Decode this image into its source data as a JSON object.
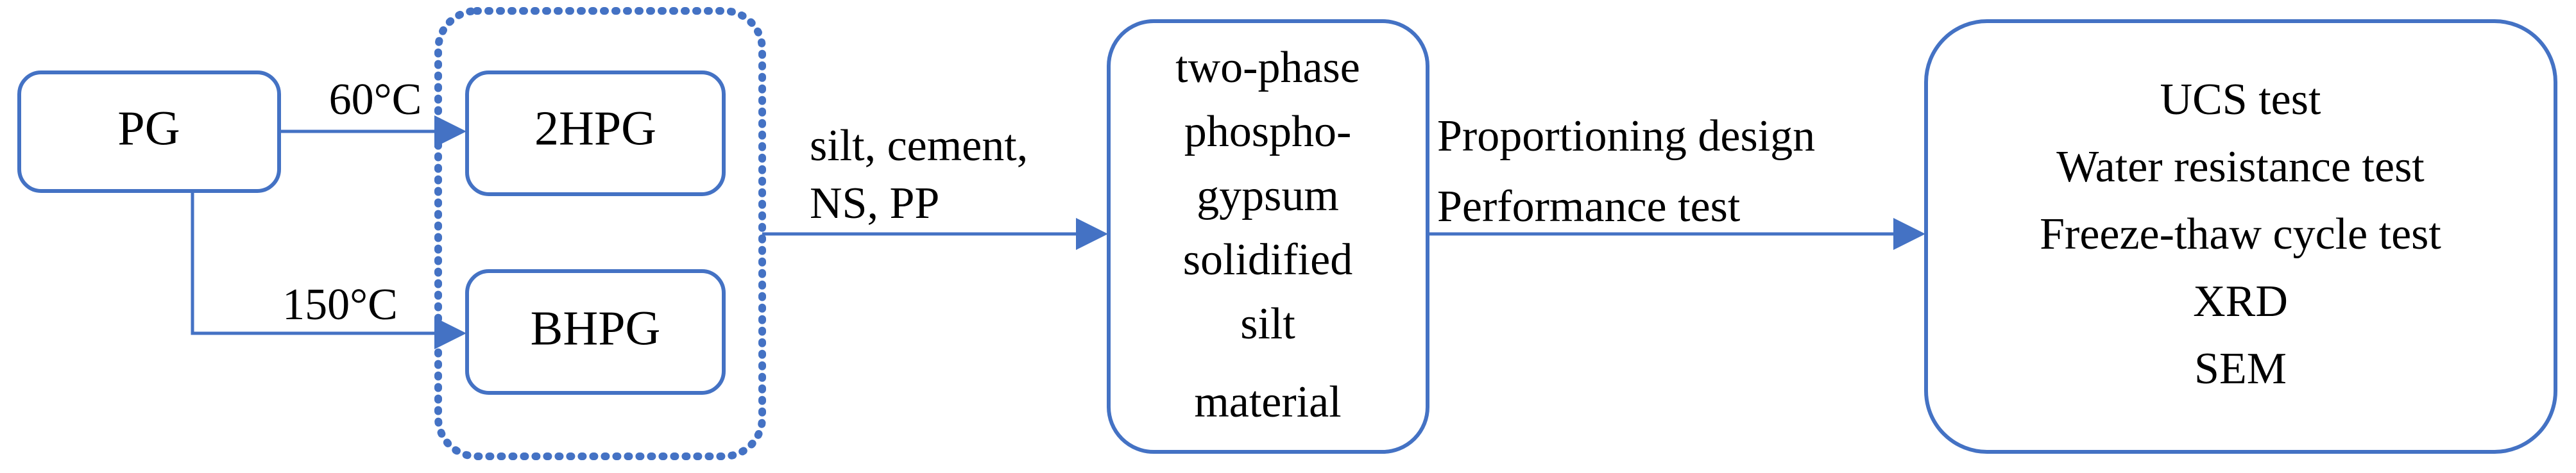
{
  "nodes": {
    "pg": "PG",
    "hpg2": "2HPG",
    "bhpg": "BHPG",
    "material": [
      "two-phase",
      "phospho-",
      "gypsum",
      "solidified",
      "silt",
      "material"
    ],
    "tests": [
      "UCS test",
      "Water resistance test",
      "Freeze-thaw cycle test",
      "XRD",
      "SEM"
    ]
  },
  "edges": {
    "temp_60": "60°C",
    "temp_150": "150°C",
    "additives": [
      "silt, cement,",
      "NS, PP"
    ],
    "design": [
      "Proportioning design",
      "Performance test"
    ]
  },
  "colors": {
    "stroke": "#4472C4",
    "text": "#000000",
    "background": "#FFFFFF"
  }
}
